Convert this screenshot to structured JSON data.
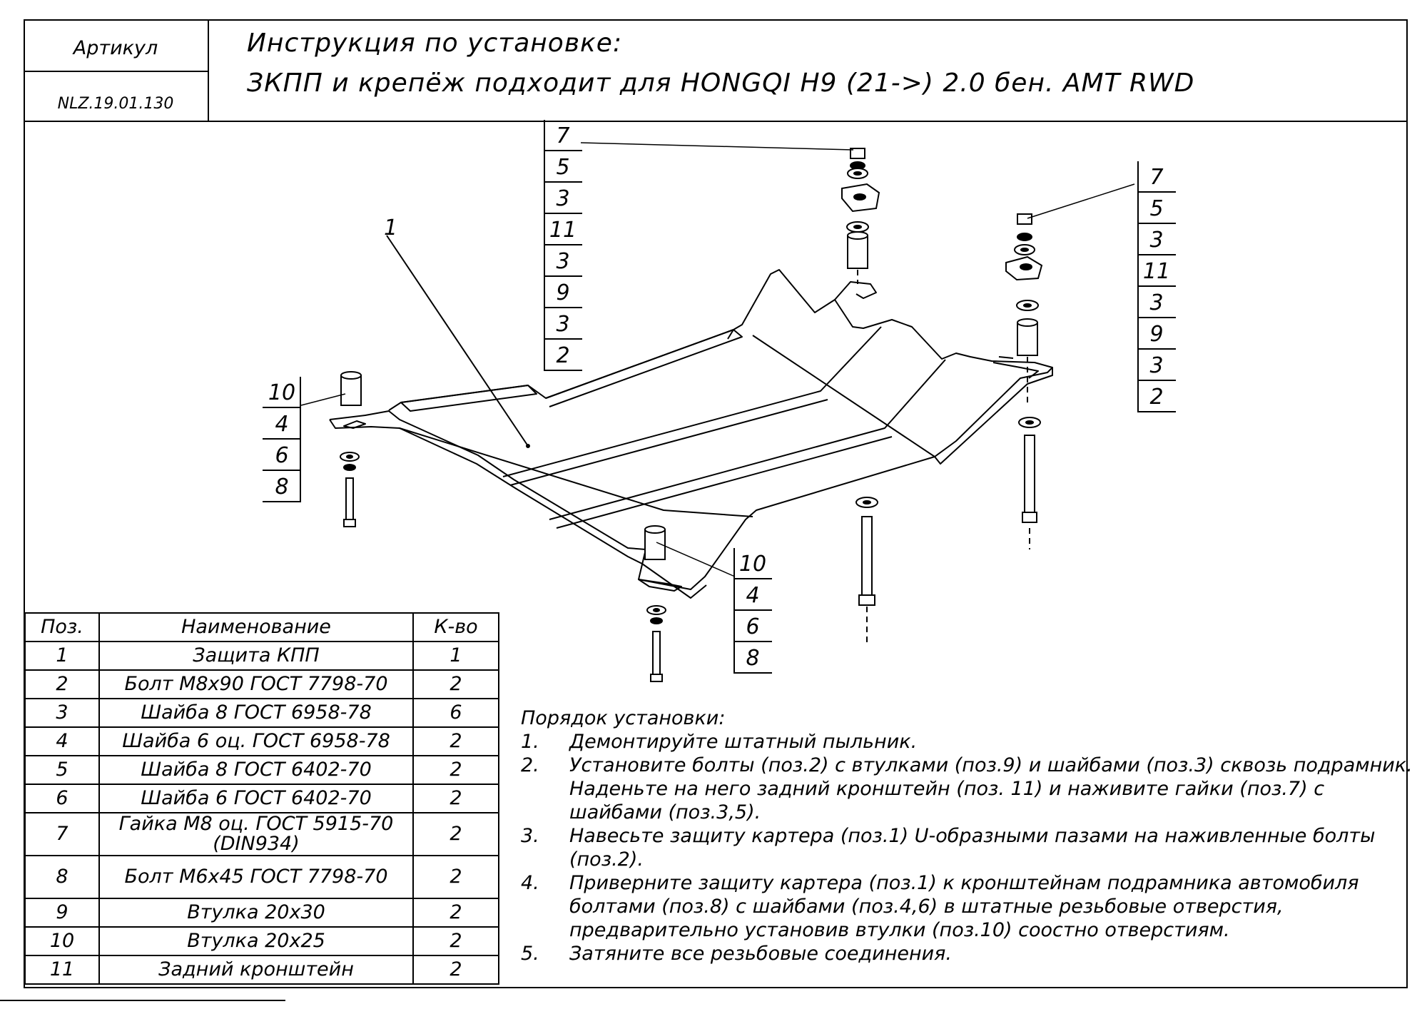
{
  "header": {
    "article_label": "Артикул",
    "article_code": "NLZ.19.01.130",
    "title_line1": "Инструкция по установке:",
    "title_line2": "ЗКПП и крепёж подходит для HONGQI H9  (21->) 2.0 бен. AMT RWD"
  },
  "diagram": {
    "part_label": "1",
    "callout_top": [
      "7",
      "5",
      "3",
      "11",
      "3",
      "9",
      "3",
      "2"
    ],
    "callout_right": [
      "7",
      "5",
      "3",
      "11",
      "3",
      "9",
      "3",
      "2"
    ],
    "callout_left": [
      "10",
      "4",
      "6",
      "8"
    ],
    "callout_bottom": [
      "10",
      "4",
      "6",
      "8"
    ]
  },
  "parts_table": {
    "headers": [
      "Поз.",
      "Наименование",
      "К-во"
    ],
    "rows": [
      [
        "1",
        "Защита КПП",
        "1"
      ],
      [
        "2",
        "Болт М8х90 ГОСТ 7798-70",
        "2"
      ],
      [
        "3",
        "Шайба 8 ГОСТ 6958-78",
        "6"
      ],
      [
        "4",
        "Шайба 6 оц. ГОСТ 6958-78",
        "2"
      ],
      [
        "5",
        "Шайба 8 ГОСТ 6402-70",
        "2"
      ],
      [
        "6",
        "Шайба 6 ГОСТ 6402-70",
        "2"
      ],
      [
        "7",
        "Гайка М8 оц. ГОСТ 5915-70 (DIN934)",
        "2"
      ],
      [
        "8",
        "Болт М6х45 ГОСТ 7798-70",
        "2"
      ],
      [
        "9",
        "Втулка 20х30",
        "2"
      ],
      [
        "10",
        "Втулка 20х25",
        "2"
      ],
      [
        "11",
        "Задний кронштейн",
        "2"
      ]
    ]
  },
  "instructions": {
    "heading": "Порядок установки:",
    "steps": [
      {
        "num": "1.",
        "text": "Демонтируйте штатный пыльник."
      },
      {
        "num": "2.",
        "text": "Установите болты (поз.2) с втулками (поз.9) и шайбами (поз.3) сквозь подрамник. Наденьте на него задний кронштейн (поз. 11) и наживите гайки (поз.7) с шайбами (поз.3,5)."
      },
      {
        "num": "3.",
        "text": "Навесьте защиту картера (поз.1) U-образными пазами на наживленные болты (поз.2)."
      },
      {
        "num": "4.",
        "text": "Приверните защиту картера (поз.1) к кронштейнам подрамника автомобиля болтами (поз.8) с шайбами (поз.4,6) в штатные резьбовые отверстия, предварительно установив втулки (поз.10) соостно отверстиям."
      },
      {
        "num": "5.",
        "text": "Затяните все резьбовые соединения."
      }
    ]
  }
}
